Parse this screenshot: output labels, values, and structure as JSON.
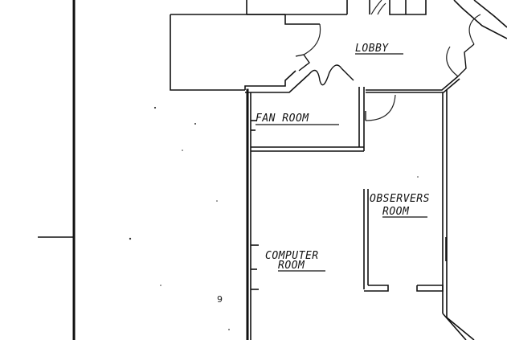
{
  "rooms": {
    "lobby": "LOBBY",
    "fan_room": "FAN ROOM",
    "observers_room_line1": "OBSERVERS",
    "observers_room_line2": "ROOM",
    "computer_room_line1": "COMPUTER",
    "computer_room_line2": "ROOM"
  },
  "marks": {
    "stray_mark": "9"
  }
}
